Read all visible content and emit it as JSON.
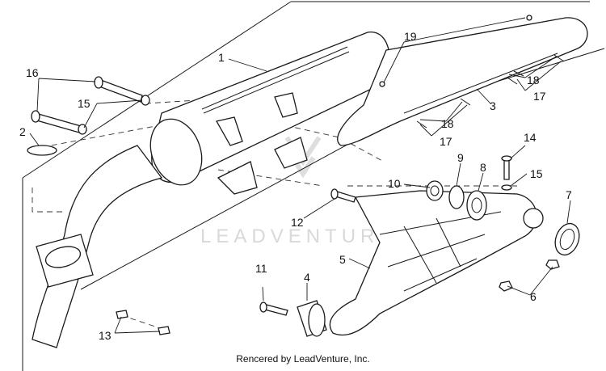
{
  "callouts": {
    "c1": "1",
    "c2": "2",
    "c3": "3",
    "c4": "4",
    "c5": "5",
    "c6": "6",
    "c7": "7",
    "c8": "8",
    "c9": "9",
    "c10": "10",
    "c11": "11",
    "c12": "12",
    "c13": "13",
    "c14": "14",
    "c15a": "15",
    "c15b": "15",
    "c16": "16",
    "c17a": "17",
    "c17b": "17",
    "c18a": "18",
    "c18b": "18",
    "c19": "19"
  },
  "watermark": "LEADVENTURE",
  "caption": "Rencered by LeadVenture, Inc."
}
